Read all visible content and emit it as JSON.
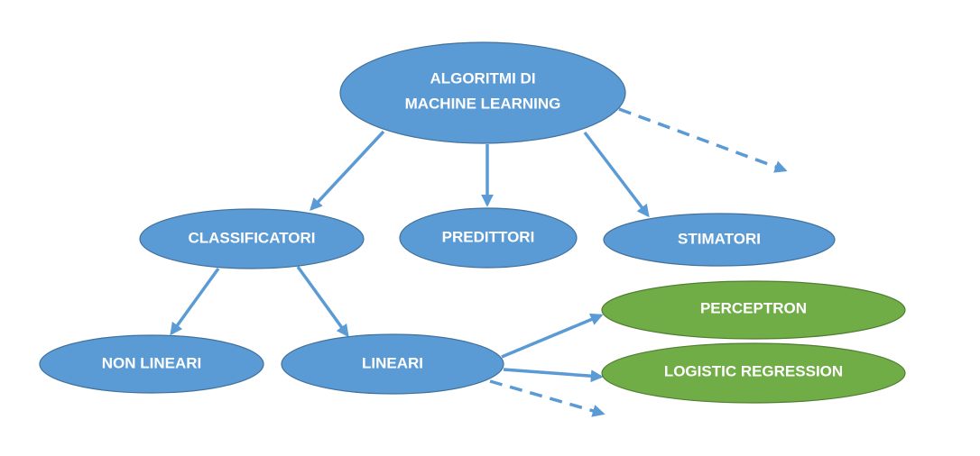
{
  "diagram": {
    "colors": {
      "blue_node": "#5B9BD5",
      "blue_stroke": "#41719C",
      "green_node": "#70AD47",
      "green_stroke": "#507E32",
      "edge": "#5B9BD5",
      "text": "#FFFFFF"
    },
    "nodes": {
      "root": {
        "line1": "ALGORITMI DI",
        "line2": "MACHINE LEARNING"
      },
      "classificatori": {
        "label": "CLASSIFICATORI"
      },
      "predittori": {
        "label": "PREDITTORI"
      },
      "stimatori": {
        "label": "STIMATORI"
      },
      "non_lineari": {
        "label": "NON LINEARI"
      },
      "lineari": {
        "label": "LINEARI"
      },
      "perceptron": {
        "label": "PERCEPTRON"
      },
      "logistic_regression": {
        "label": "LOGISTIC REGRESSION"
      }
    },
    "edges": [
      {
        "from": "root",
        "to": "classificatori",
        "style": "solid"
      },
      {
        "from": "root",
        "to": "predittori",
        "style": "solid"
      },
      {
        "from": "root",
        "to": "stimatori",
        "style": "solid"
      },
      {
        "from": "root",
        "to": "more",
        "style": "dashed"
      },
      {
        "from": "classificatori",
        "to": "non_lineari",
        "style": "solid"
      },
      {
        "from": "classificatori",
        "to": "lineari",
        "style": "solid"
      },
      {
        "from": "lineari",
        "to": "perceptron",
        "style": "solid"
      },
      {
        "from": "lineari",
        "to": "logistic_regression",
        "style": "solid"
      },
      {
        "from": "lineari",
        "to": "more",
        "style": "dashed"
      }
    ]
  }
}
